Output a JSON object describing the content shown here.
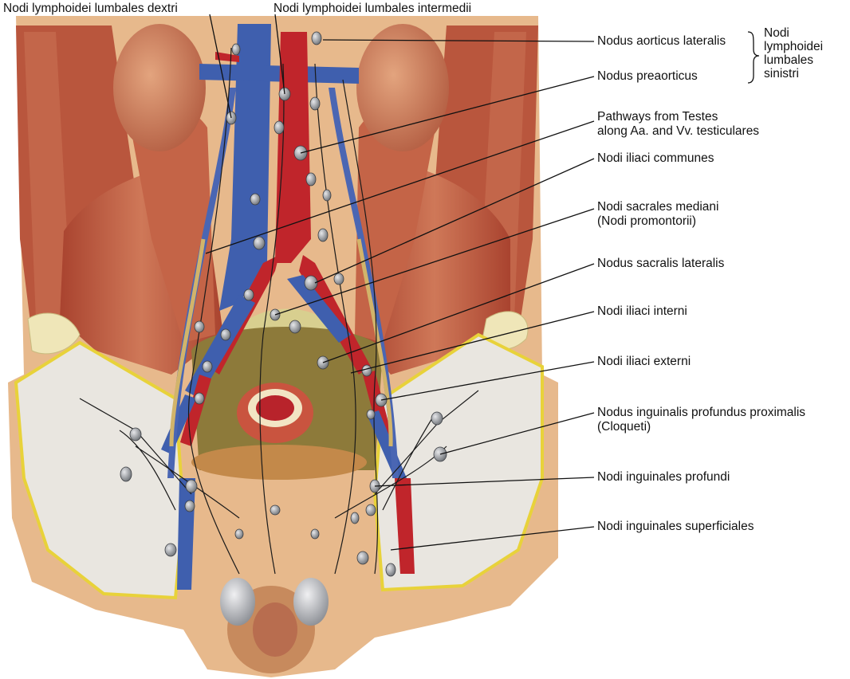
{
  "labels": {
    "top_left": "Nodi lymphoidei lumbales dextri",
    "top_center": "Nodi lymphoidei lumbales intermedii",
    "aorticus_lateralis": "Nodus aorticus lateralis",
    "preaorticus": "Nodus preaorticus",
    "sinistri_group": [
      "Nodi",
      "lymphoidei",
      "lumbales",
      "sinistri"
    ],
    "testes_pathways": [
      "Pathways from Testes",
      "along Aa. and Vv. testiculares"
    ],
    "iliaci_communes": "Nodi iliaci communes",
    "sacrales_mediani": [
      "Nodi sacrales mediani",
      "(Nodi promontorii)"
    ],
    "sacralis_lateralis": "Nodus sacralis lateralis",
    "iliaci_interni": "Nodi iliaci interni",
    "iliaci_externi": "Nodi iliaci externi",
    "inguinalis_profundus_proximalis": [
      "Nodus inguinalis profundus proximalis",
      "(Cloqueti)"
    ],
    "inguinales_profundi": "Nodi inguinales profundi",
    "inguinales_superficiales": "Nodi inguinales superficiales"
  },
  "colors": {
    "muscle": "#b8553f",
    "muscle_light": "#d98a6c",
    "artery": "#c0252b",
    "vein": "#3f5fae",
    "node": "#8e9196",
    "bone": "#efe6b8",
    "fascia": "#e9e6e0",
    "skin": "#e7b98c",
    "fat_edge": "#e8d23a",
    "leader": "#111111"
  }
}
